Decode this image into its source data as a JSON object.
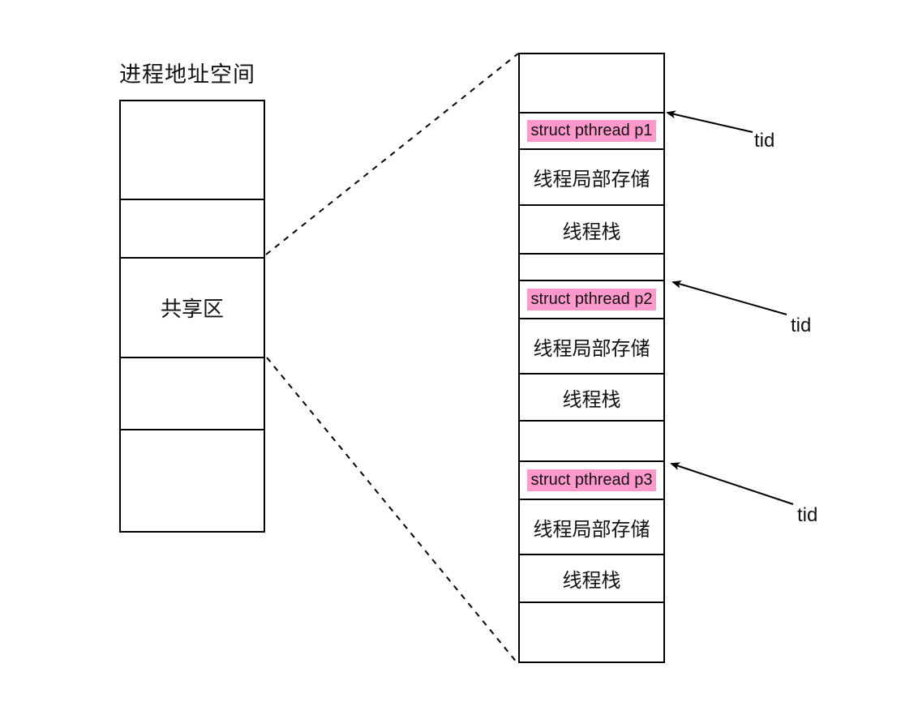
{
  "title": "进程地址空间",
  "left_column": {
    "cells": [
      {
        "label": ""
      },
      {
        "label": ""
      },
      {
        "label": "共享区"
      },
      {
        "label": ""
      },
      {
        "label": ""
      }
    ]
  },
  "right_column": {
    "cells": [
      {
        "label": "",
        "highlighted": false
      },
      {
        "label": "struct pthread p1",
        "highlighted": true
      },
      {
        "label": "线程局部存储",
        "highlighted": false
      },
      {
        "label": "线程栈",
        "highlighted": false
      },
      {
        "label": "",
        "highlighted": false
      },
      {
        "label": "struct pthread p2",
        "highlighted": true
      },
      {
        "label": "线程局部存储",
        "highlighted": false
      },
      {
        "label": "线程栈",
        "highlighted": false
      },
      {
        "label": "",
        "highlighted": false
      },
      {
        "label": "struct pthread p3",
        "highlighted": true
      },
      {
        "label": "线程局部存储",
        "highlighted": false
      },
      {
        "label": "线程栈",
        "highlighted": false
      },
      {
        "label": "",
        "highlighted": false
      }
    ]
  },
  "annotations": {
    "tid_labels": [
      "tid",
      "tid",
      "tid"
    ]
  },
  "colors": {
    "highlight_pink": "#FF99CC",
    "line_black": "#000000",
    "background": "#FFFFFF"
  }
}
